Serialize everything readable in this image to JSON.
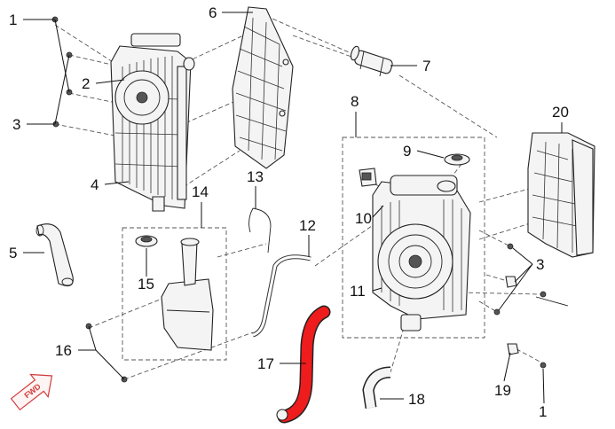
{
  "callouts": [
    {
      "id": "c1a",
      "label": "1"
    },
    {
      "id": "c2",
      "label": "2"
    },
    {
      "id": "c3a",
      "label": "3"
    },
    {
      "id": "c4",
      "label": "4"
    },
    {
      "id": "c5",
      "label": "5"
    },
    {
      "id": "c6",
      "label": "6"
    },
    {
      "id": "c7",
      "label": "7"
    },
    {
      "id": "c8",
      "label": "8"
    },
    {
      "id": "c9",
      "label": "9"
    },
    {
      "id": "c10",
      "label": "10"
    },
    {
      "id": "c11",
      "label": "11"
    },
    {
      "id": "c12",
      "label": "12"
    },
    {
      "id": "c13",
      "label": "13"
    },
    {
      "id": "c14",
      "label": "14"
    },
    {
      "id": "c15",
      "label": "15"
    },
    {
      "id": "c16",
      "label": "16"
    },
    {
      "id": "c17",
      "label": "17"
    },
    {
      "id": "c18",
      "label": "18"
    },
    {
      "id": "c3b",
      "label": "3"
    },
    {
      "id": "c19",
      "label": "19"
    },
    {
      "id": "c1b",
      "label": "1"
    },
    {
      "id": "c20",
      "label": "20"
    }
  ],
  "fwd_label": "FWD",
  "colors": {
    "highlight": "#ee1c1c",
    "fwd_arrow": "#d23b3b"
  }
}
